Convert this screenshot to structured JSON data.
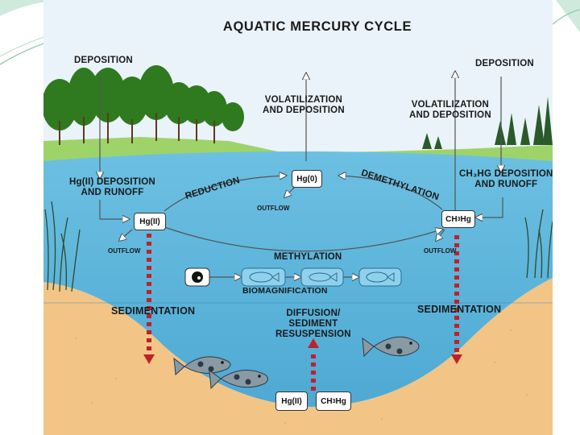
{
  "title": "AQUATIC MERCURY CYCLE",
  "labels": {
    "deposition_left": "DEPOSITION",
    "deposition_right": "DEPOSITION",
    "volatilization_center_1": "VOLATILIZATION",
    "volatilization_center_2": "AND DEPOSITION",
    "volatilization_right_1": "VOLATILIZATION",
    "volatilization_right_2": "AND DEPOSITION",
    "hg2_deposition_1": "Hg(II) DEPOSITION",
    "hg2_deposition_2": "AND RUNOFF",
    "ch3hg_deposition_1": "CH₃HG DEPOSITION",
    "ch3hg_deposition_2": "AND RUNOFF",
    "reduction": "REDUCTION",
    "demethylation": "DEMETHYLATION",
    "methylation": "METHYLATION",
    "outflow_center": "OUTFLOW",
    "outflow_left": "OUTFLOW",
    "outflow_right": "OUTFLOW",
    "biomagnification": "BIOMAGNIFICATION",
    "sedimentation_left": "SEDIMENTATION",
    "sedimentation_right": "SEDIMENTATION",
    "diffusion_1": "DIFFUSION/",
    "diffusion_2": "SEDIMENT",
    "diffusion_3": "RESUSPENSION"
  },
  "boxes": {
    "hg0": "Hg(0)",
    "hg2_water": "Hg(II)",
    "ch3hg_water_pre": "CH",
    "ch3hg_water_sub": "3",
    "ch3hg_water_post": "Hg",
    "hg2_sediment": "Hg(II)",
    "ch3hg_sediment_pre": "CH",
    "ch3hg_sediment_sub": "3",
    "ch3hg_sediment_post": "Hg"
  },
  "colors": {
    "water": "#5cb4d9",
    "sky": "#eaf3f9",
    "sand": "#f2c586",
    "tree": "#2f7a1f",
    "arrow": "#555555",
    "sediment_arrow": "#c0202a",
    "slide_accent": "#8fc9ae"
  },
  "icons": [
    "tree-icon",
    "reed-icon",
    "fish-icon",
    "plankton-icon"
  ]
}
